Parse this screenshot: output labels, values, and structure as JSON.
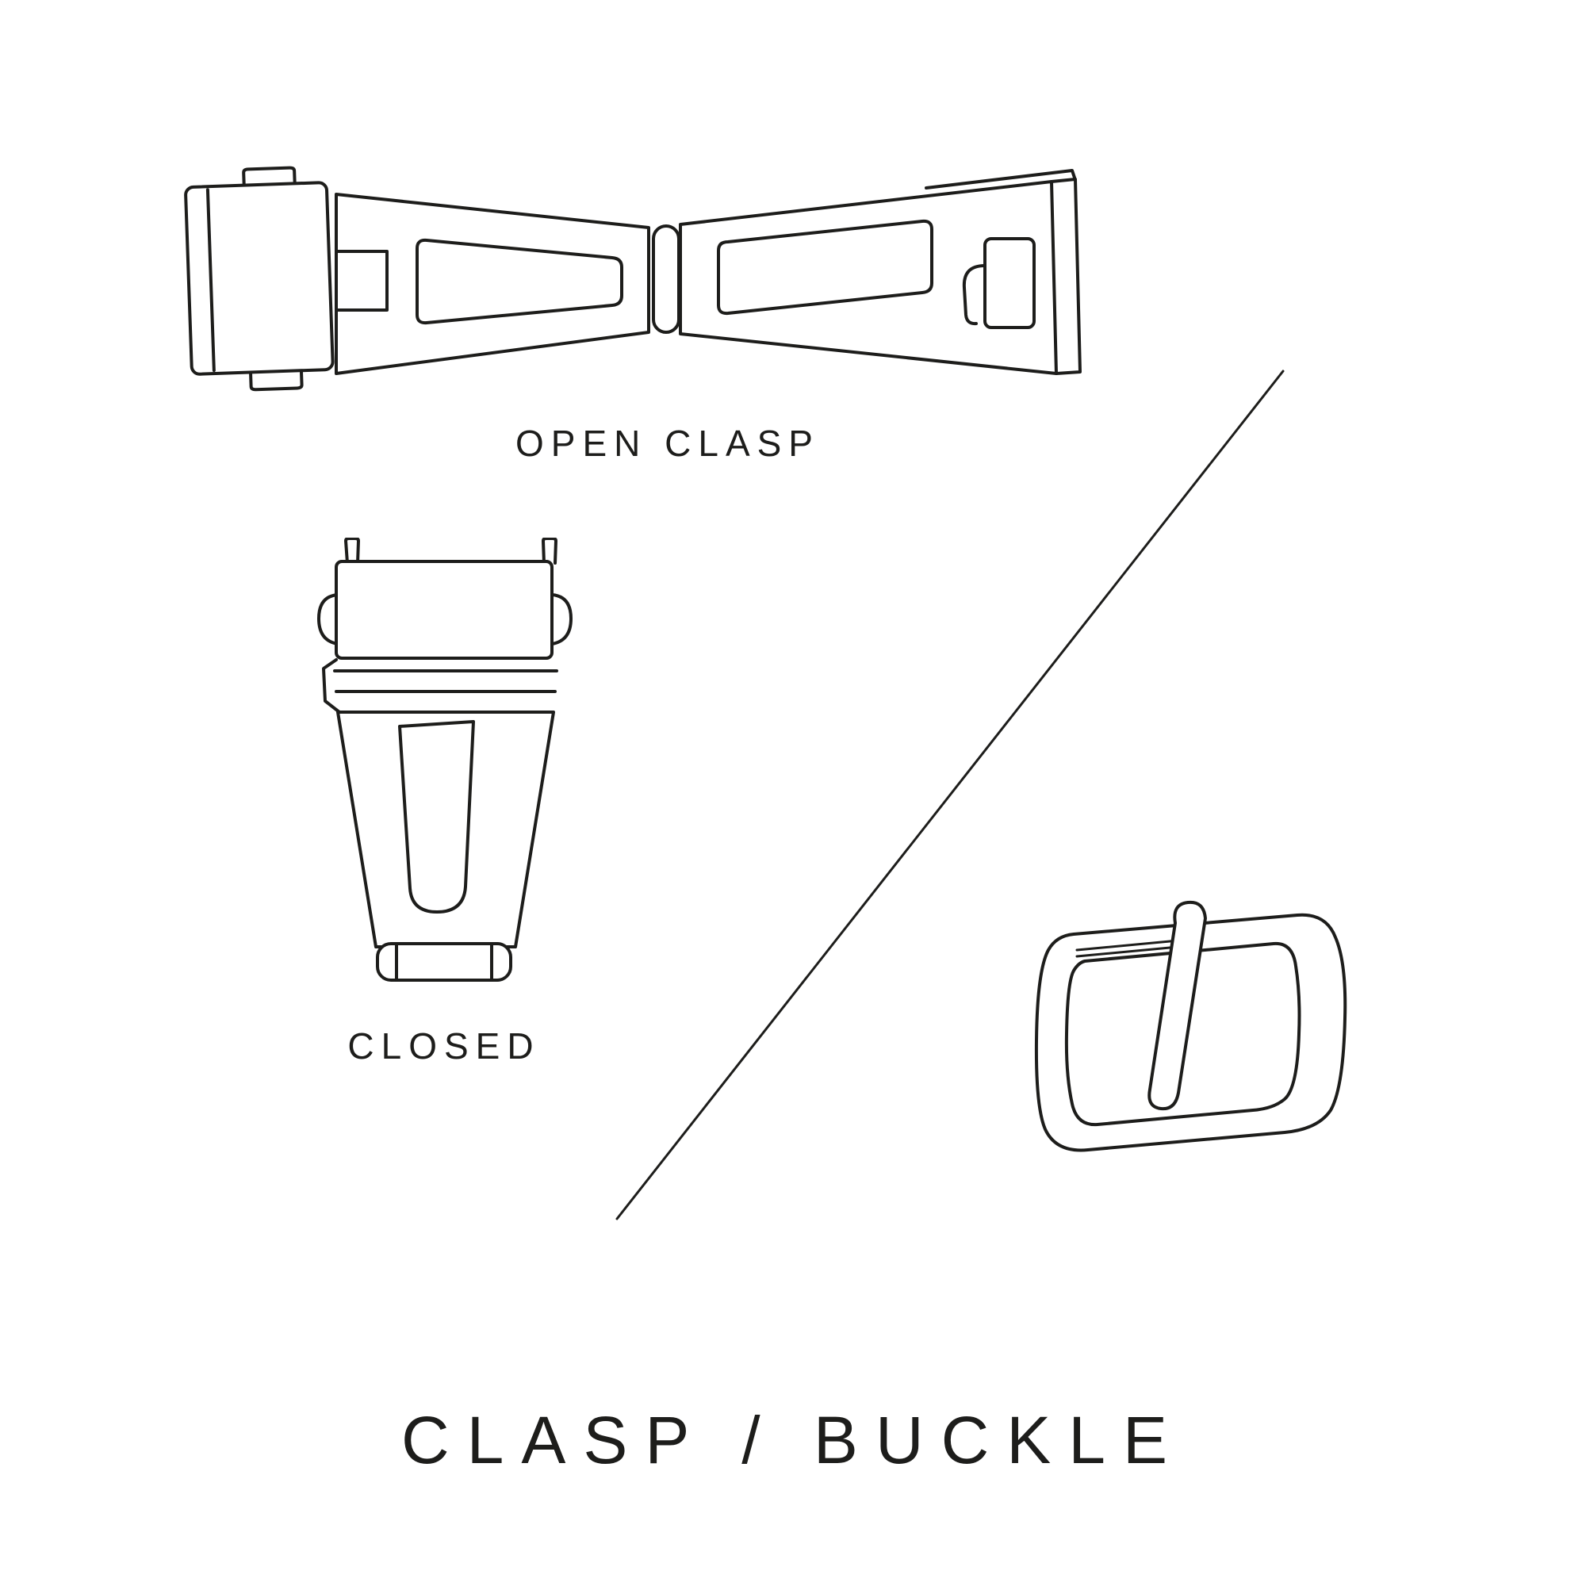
{
  "title": "CLASP / BUCKLE",
  "labels": {
    "open_clasp": "OPEN CLASP",
    "closed_clasp": "CLOSED"
  },
  "colors": {
    "background": "#ffffff",
    "line": "#1d1d1b",
    "text": "#1d1d1b"
  },
  "illustrations": [
    {
      "name": "open-clasp-illustration",
      "description": "watch deployant clasp shown open, top view"
    },
    {
      "name": "closed-clasp-illustration",
      "description": "watch clasp shown closed, top view"
    },
    {
      "name": "tang-buckle-illustration",
      "description": "watch strap tang buckle with pin"
    },
    {
      "name": "diagonal-divider-line",
      "description": "diagonal line separating clasp and buckle"
    }
  ]
}
